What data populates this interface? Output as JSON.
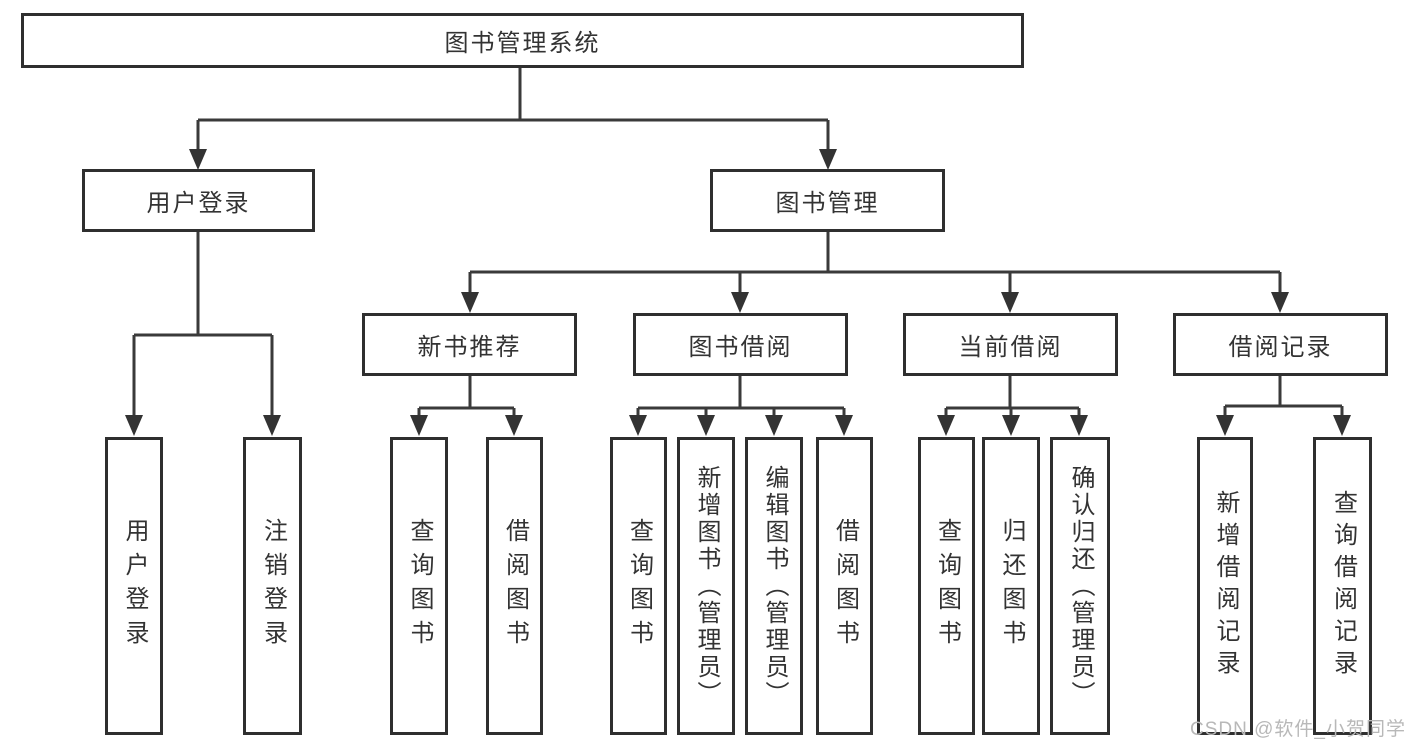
{
  "diagram": {
    "root": {
      "label": "图书管理系统"
    },
    "level2": [
      {
        "label": "用户登录"
      },
      {
        "label": "图书管理"
      }
    ],
    "level3": [
      {
        "label": "新书推荐"
      },
      {
        "label": "图书借阅"
      },
      {
        "label": "当前借阅"
      },
      {
        "label": "借阅记录"
      }
    ],
    "leaves": [
      {
        "label": "用户登录"
      },
      {
        "label": "注销登录"
      },
      {
        "label": "查询图书"
      },
      {
        "label": "借阅图书"
      },
      {
        "label": "查询图书"
      },
      {
        "label": "新增图书（管理员）"
      },
      {
        "label": "编辑图书（管理员）"
      },
      {
        "label": "借阅图书"
      },
      {
        "label": "查询图书"
      },
      {
        "label": "归还图书"
      },
      {
        "label": "确认归还（管理员）"
      },
      {
        "label": "新增借阅记录"
      },
      {
        "label": "查询借阅记录"
      }
    ]
  },
  "watermark": {
    "text": "CSDN @软件_小贺同学"
  },
  "colors": {
    "line": "#3a3a3a",
    "border": "#2f2f2f",
    "text": "#333333",
    "watermark_text": "#b8b8b8",
    "background": "#ffffff"
  }
}
